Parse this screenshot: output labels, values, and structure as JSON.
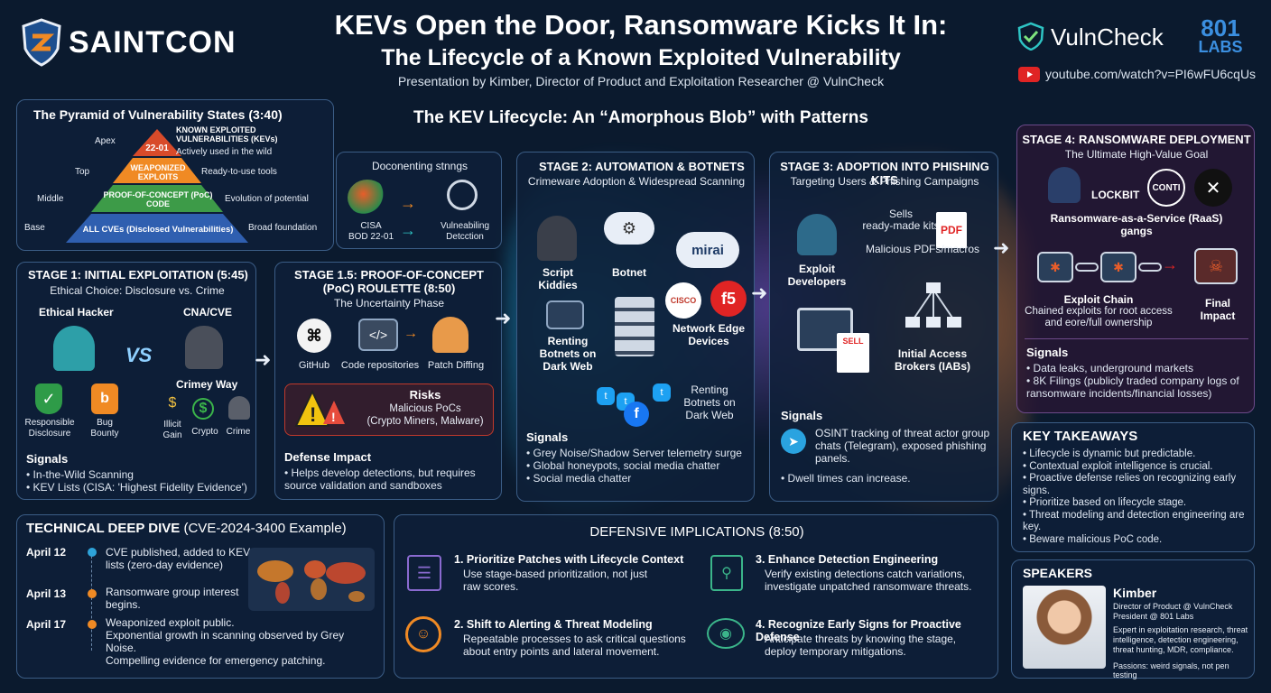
{
  "header": {
    "brand": "SAINTCON",
    "title1": "KEVs Open the Door, Ransomware Kicks It In:",
    "title2": "The Lifecycle of a Known Exploited Vulnerability",
    "byline": "Presentation by Kimber, Director of Product and Exploitation Researcher @ VulnCheck",
    "partner1": "VulnCheck",
    "partner2_top": "801",
    "partner2_bottom": "LABS",
    "youtube": "youtube.com/watch?v=PI6wFU6cqUs"
  },
  "pyramid": {
    "title": "The Pyramid of Vulnerability States (3:40)",
    "levels": [
      {
        "side": "Apex",
        "label": "22-01",
        "note_title": "KNOWN EXPLOITED VULNERABILITIES (KEVs)",
        "note": "Actively used in the wild",
        "color": "#d84b2a"
      },
      {
        "side": "Top",
        "label": "WEAPONIZED EXPLOITS",
        "note": "Ready-to-use tools",
        "color": "#f08a24"
      },
      {
        "side": "Middle",
        "label": "PROOF-OF-CONCEPT (PoC) CODE",
        "note": "Evolution of potential",
        "color": "#3d9b48"
      },
      {
        "side": "Base",
        "label": "ALL CVEs (Disclosed Vulnerabilities)",
        "note": "Broad foundation",
        "color": "#2f5fb0"
      }
    ]
  },
  "lifecycle_title": "The KEV Lifecycle: An “Amorphous Blob” with Patterns",
  "documenting": {
    "title": "Doconenting stnngs",
    "left": "CISA\nBOD 22-01",
    "right": "Vulneabiling\nDetcction"
  },
  "stage1": {
    "title": "STAGE 1: INITIAL EXPLOITATION (5:45)",
    "subtitle": "Ethical Choice: Disclosure vs. Crime",
    "left_head": "Ethical Hacker",
    "right_head": "CNA/CVE",
    "vs": "VS",
    "crimey": "Crimey Way",
    "items": [
      "Responsible\nDisclosure",
      "Bug\nBounty",
      "Illicit\nGain",
      "Crypto",
      "Crime"
    ],
    "signals_title": "Signals",
    "signals": [
      "In-the-Wild Scanning",
      "KEV Lists (CISA: 'Highest Fidelity Evidence')"
    ]
  },
  "stage15": {
    "title": "STAGE 1.5: PROOF-OF-CONCEPT (PoC) ROULETTE (8:50)",
    "subtitle": "The Uncertainty Phase",
    "items": [
      "GitHub",
      "Code repositories",
      "Patch Diffing"
    ],
    "risks_title": "Risks",
    "risks": "Malicious PoCs\n(Crypto Miners, Malware)",
    "defense_title": "Defense Impact",
    "defense": [
      "Helps develop detections, but requires source validation and sandboxes"
    ]
  },
  "stage2": {
    "title": "STAGE 2: AUTOMATION & BOTNETS",
    "subtitle": "Crimeware Adoption & Widespread Scanning",
    "labels": [
      "Script\nKiddies",
      "Botnet",
      "mirai",
      "Renting\nBotnets on\nDark Web",
      "Network Edge\nDevices",
      "Renting\nBotnets on\nDark Web"
    ],
    "cisco": "CISCO",
    "f5": "f5",
    "signals_title": "Signals",
    "signals": [
      "Grey Noise/Shadow Server telemetry surge",
      "Global honeypots, social media chatter",
      "Social media chatter"
    ]
  },
  "stage3": {
    "title": "STAGE 3: ADOPTION INTO PHISHING KITS",
    "subtitle": "Targeting Users & Phishing Campaigns",
    "labels": [
      "Exploit\nDevelopers",
      "Sells\nready-made kits",
      "Malicious PDFs/macros",
      "Initial Access\nBrokers (IABs)"
    ],
    "pdf": "PDF",
    "sell": "SELL",
    "signals_title": "Signals",
    "signals": [
      "OSINT tracking of threat actor group chats (Telegram), exposed phishing panels.",
      "Dwell times can increase."
    ]
  },
  "stage4": {
    "title": "STAGE 4: RANSOMWARE DEPLOYMENT",
    "subtitle": "The Ultimate High-Value Goal",
    "lockbit": "LOCKBIT",
    "conti": "CONTI",
    "raas": "Ransomware-as-a-Service (RaaS)\ngangs",
    "chain_title": "Exploit Chain",
    "chain": "Chained exploits for root access\nand eore/full ownership",
    "impact": "Final\nImpact",
    "signals_title": "Signals",
    "signals": [
      "Data leaks, underground markets",
      "8K Filings (publicly traded company logs of ransomware incidents/financial losses)"
    ]
  },
  "takeaways": {
    "title": "KEY TAKEAWAYS",
    "items": [
      "Lifecycle is dynamic but predictable.",
      "Contextual exploit intelligence is crucial.",
      "Proactive defense relies on recognizing early signs.",
      "Prioritize based on lifecycle stage.",
      "Threat modeling and detection engineering are key.",
      "Beware malicious PoC code."
    ]
  },
  "speakers": {
    "title": "SPEAKERS",
    "name": "Kimber",
    "role1": "Director of Product @ VulnCheck",
    "role2": "President @ 801 Labs",
    "bio": "Expert in exploitation research, threat intelligence, detection engineering, threat hunting, MDR, compliance.",
    "passions": "Passions: weird signals, not pen testing"
  },
  "deepdive": {
    "title": "TECHNICAL DEEP DIVE",
    "title_suffix": " (CVE-2024-3400 Example)",
    "events": [
      {
        "date": "April 12",
        "text": "CVE published, added to KEV lists (zero-day evidence)",
        "color": "#2ea3d9"
      },
      {
        "date": "April 13",
        "text": "Ransomware group interest begins.",
        "color": "#f08a24"
      },
      {
        "date": "April 17",
        "text": "Weaponized exploit public.\nExponential growth in scanning observed by Grey Noise.\nCompelling evidence for emergency patching.",
        "color": "#f08a24"
      }
    ]
  },
  "defensive": {
    "title": "DEFENSIVE IMPLICATIONS (8:50)",
    "items": [
      {
        "title": "1. Prioritize Patches with Lifecycle Context",
        "text": "Use stage-based prioritization, not just\nraw scores."
      },
      {
        "title": "2. Shift to Alerting & Threat Modeling",
        "text": "Repeatable processes to ask critical questions\nabout entry points and lateral movement."
      },
      {
        "title": "3. Enhance Detection Engineering",
        "text": "Verify existing detections catch variations,\ninvestigate unpatched ransomware threats."
      },
      {
        "title": "4. Recognize Early Signs for Proactive Defense",
        "text": "Anticipate threats by knowing the stage,\ndeploy temporary mitigations."
      }
    ]
  }
}
